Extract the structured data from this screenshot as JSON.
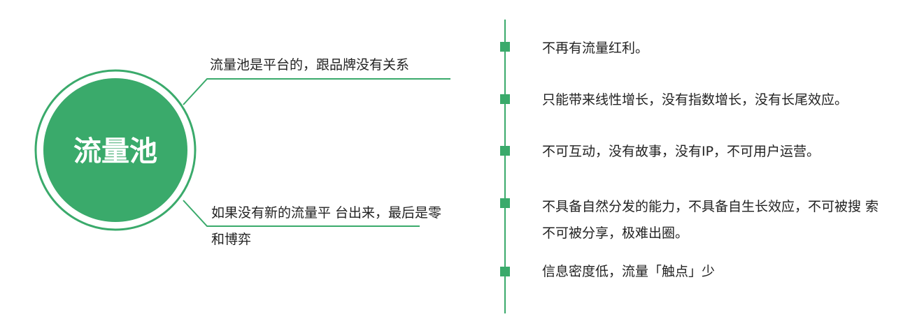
{
  "theme": {
    "accent": "#3aaa6b",
    "text": "#222222",
    "background": "#ffffff"
  },
  "center": {
    "title": "流量池"
  },
  "branches": {
    "top": "流量池是平台的，跟品牌没有关系",
    "bottom": "如果没有新的流量平   台出来，最后是零和博弈"
  },
  "points": [
    "不再有流量红利。",
    "只能带来线性增长，没有指数增长，没有长尾效应。",
    "不可互动，没有故事，没有IP，不可用户运营。",
    "不具备自然分发的能力，不具备自生长效应，不可被搜 索不可被分享，极难出圈。",
    "信息密度低，流量「触点」少"
  ]
}
